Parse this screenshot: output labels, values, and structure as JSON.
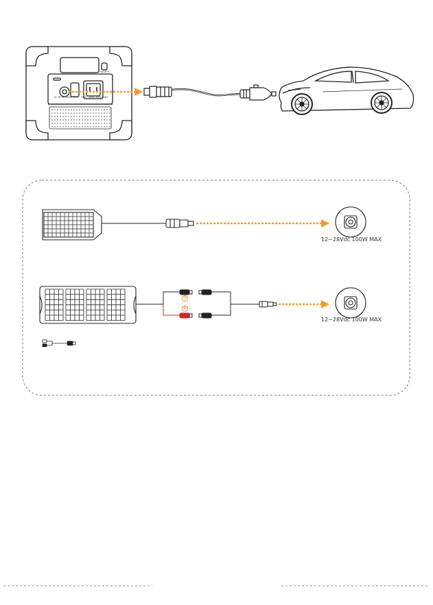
{
  "colors": {
    "accent": "#f39a2b",
    "stroke": "#222222",
    "dashed_border": "#777777",
    "positive_wire": "#d8232a"
  },
  "labels": {
    "solar_rating_1": "12~28Vdc 100W MAX",
    "solar_rating_2": "12~28Vdc 100W MAX",
    "dc_input_port": "12~28Vdc 100W MAX",
    "ac_output_port": "110V~ 60Hz 300W MAX",
    "on_off_label": "ON/OFF"
  },
  "polarity": {
    "negative_symbol": "⊖",
    "positive_symbol": "⊕"
  },
  "icons": {
    "power_station": "power-station-icon",
    "car_charger_cable": "car-charger-cable-icon",
    "car": "car-icon",
    "solar_panel_small": "solar-panel-icon",
    "solar_panel_foldable": "foldable-solar-panel-icon",
    "dc_input_port": "dc-input-port-icon",
    "mc4_adapter": "mc4-adapter-icon",
    "dc_adapter_cable": "dc-adapter-cable-icon"
  }
}
